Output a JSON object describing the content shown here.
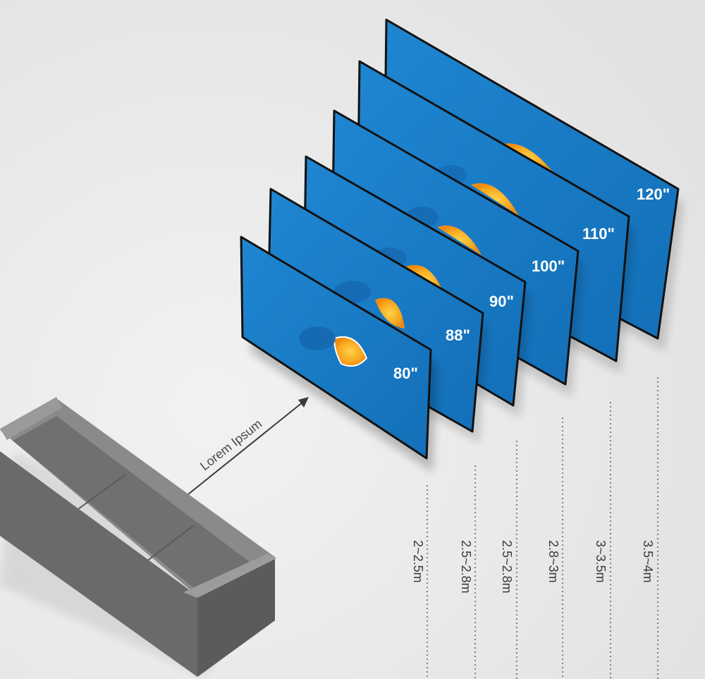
{
  "screens": [
    {
      "size": "120\"",
      "distance": "3.5~4m"
    },
    {
      "size": "110\"",
      "distance": "3~3.5m"
    },
    {
      "size": "100\"",
      "distance": "2.8~3m"
    },
    {
      "size": "90\"",
      "distance": "2.5~2.8m"
    },
    {
      "size": "88\"",
      "distance": "2.5~2.8m"
    },
    {
      "size": "80\"",
      "distance": "2~2.5m"
    }
  ],
  "arrow_label": "Lorem Ipsum",
  "colors": {
    "background": "#e9e9e9",
    "screen_blue": "#1a7fcc",
    "screen_border": "#111111",
    "orange": "#f7a51c",
    "sofa": "#7d7d7d"
  }
}
